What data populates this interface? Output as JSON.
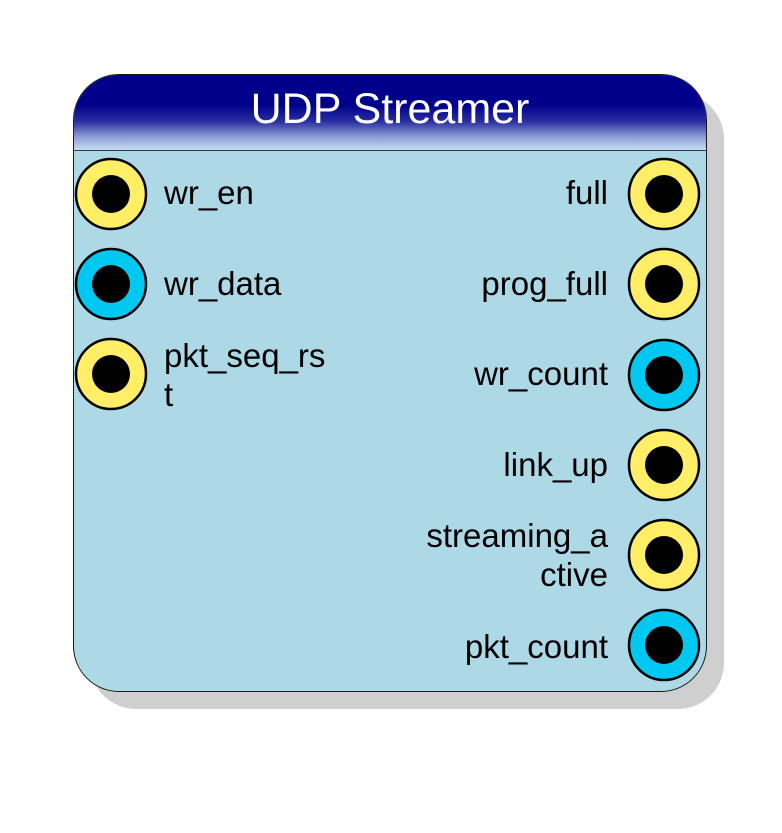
{
  "block": {
    "title": "UDP Streamer"
  },
  "colors": {
    "header": "#00008b",
    "body": "#add8e6",
    "port_single": "#ffee66",
    "port_bus": "#00c8f0",
    "port_core": "#000000"
  },
  "inputs": [
    {
      "label": "wr_en",
      "kind": "single"
    },
    {
      "label": "wr_data",
      "kind": "bus"
    },
    {
      "label": "pkt_seq_rs\nt",
      "kind": "single"
    }
  ],
  "outputs": [
    {
      "label": "full",
      "kind": "single"
    },
    {
      "label": "prog_full",
      "kind": "single"
    },
    {
      "label": "wr_count",
      "kind": "bus"
    },
    {
      "label": "link_up",
      "kind": "single"
    },
    {
      "label": "streaming_a\nctive",
      "kind": "single"
    },
    {
      "label": "pkt_count",
      "kind": "bus"
    }
  ]
}
